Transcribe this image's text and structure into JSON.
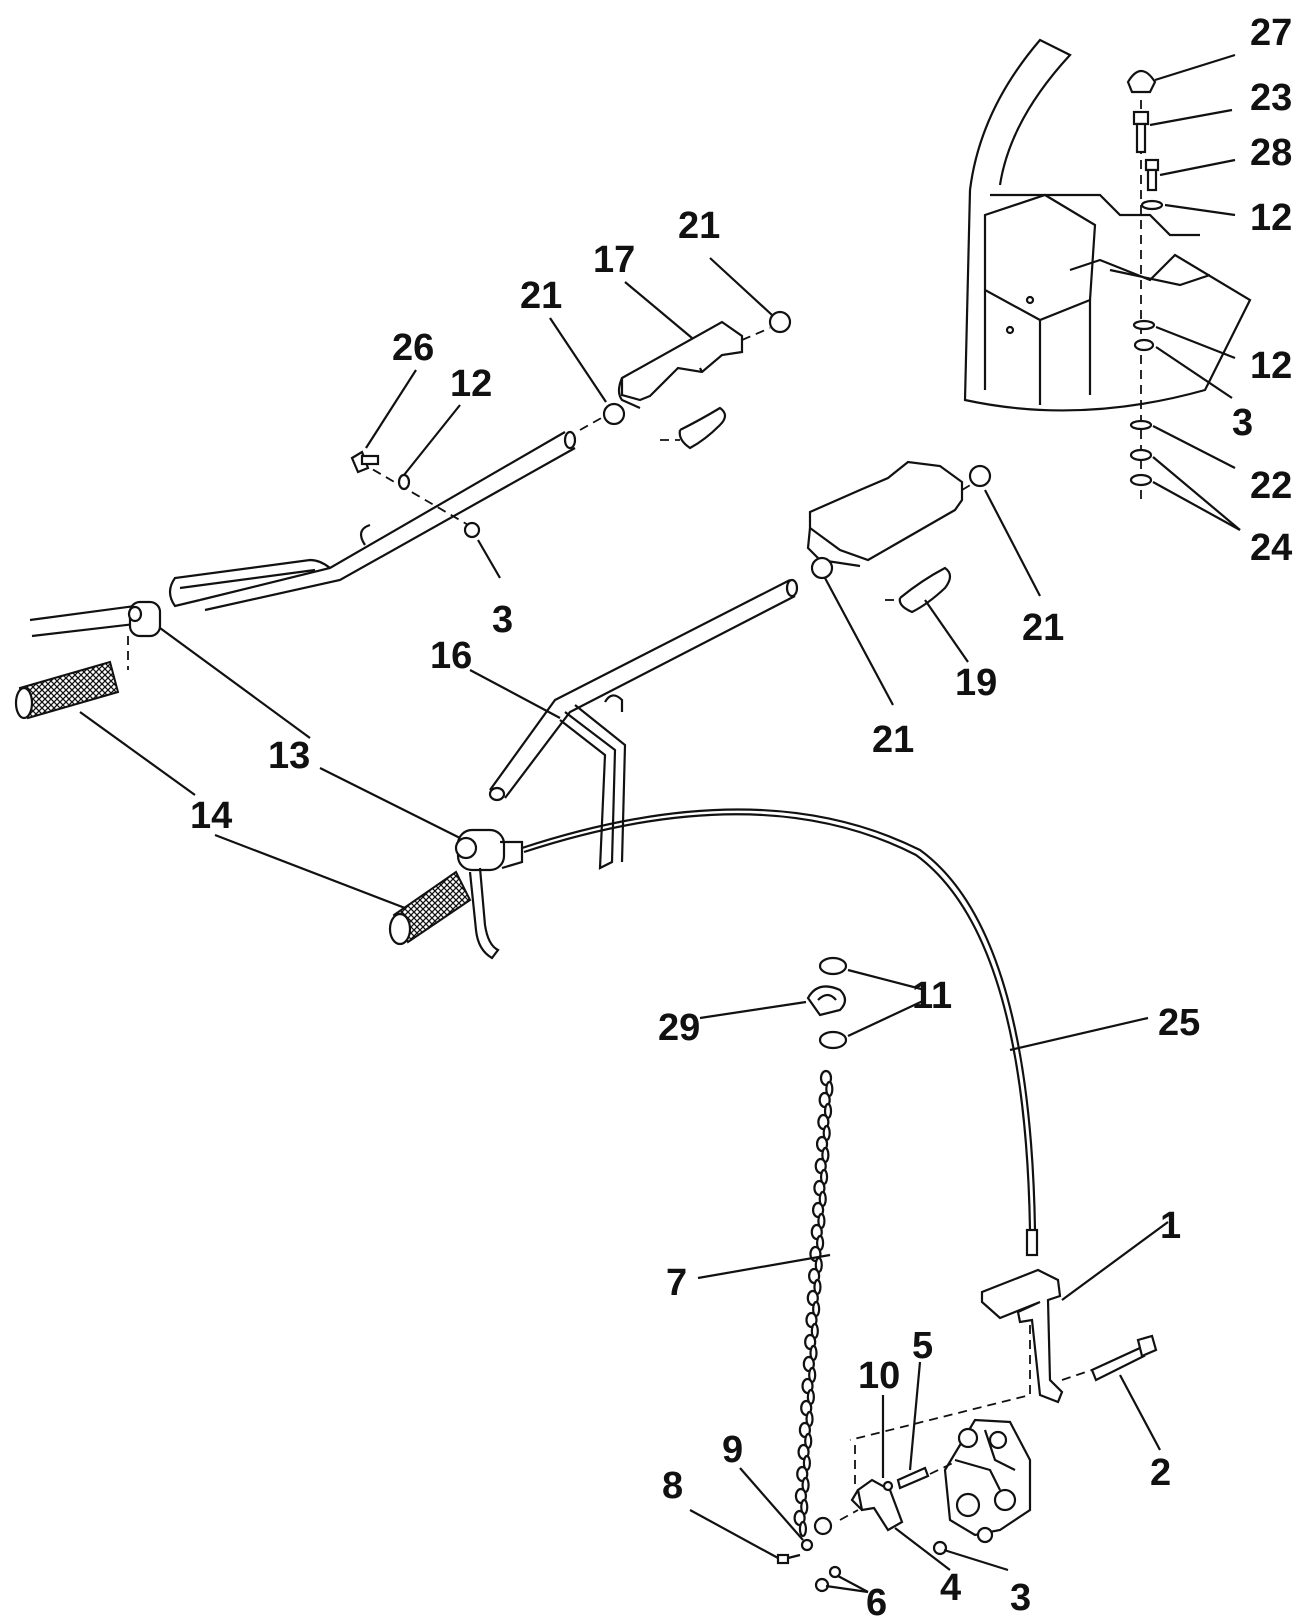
{
  "callouts": [
    {
      "id": "27",
      "text": "27"
    },
    {
      "id": "23",
      "text": "23"
    },
    {
      "id": "28",
      "text": "28"
    },
    {
      "id": "12a",
      "text": "12"
    },
    {
      "id": "12b",
      "text": "12"
    },
    {
      "id": "3a",
      "text": "3"
    },
    {
      "id": "22",
      "text": "22"
    },
    {
      "id": "24",
      "text": "24"
    },
    {
      "id": "21a",
      "text": "21"
    },
    {
      "id": "17",
      "text": "17"
    },
    {
      "id": "21b",
      "text": "21"
    },
    {
      "id": "26",
      "text": "26"
    },
    {
      "id": "12c",
      "text": "12"
    },
    {
      "id": "3b",
      "text": "3"
    },
    {
      "id": "21c",
      "text": "21"
    },
    {
      "id": "19",
      "text": "19"
    },
    {
      "id": "21d",
      "text": "21"
    },
    {
      "id": "16",
      "text": "16"
    },
    {
      "id": "13",
      "text": "13"
    },
    {
      "id": "14",
      "text": "14"
    },
    {
      "id": "11",
      "text": "11"
    },
    {
      "id": "29",
      "text": "29"
    },
    {
      "id": "25",
      "text": "25"
    },
    {
      "id": "1",
      "text": "1"
    },
    {
      "id": "7",
      "text": "7"
    },
    {
      "id": "5",
      "text": "5"
    },
    {
      "id": "10",
      "text": "10"
    },
    {
      "id": "2",
      "text": "2"
    },
    {
      "id": "9",
      "text": "9"
    },
    {
      "id": "8",
      "text": "8"
    },
    {
      "id": "6",
      "text": "6"
    },
    {
      "id": "4",
      "text": "4"
    },
    {
      "id": "3c",
      "text": "3"
    }
  ]
}
